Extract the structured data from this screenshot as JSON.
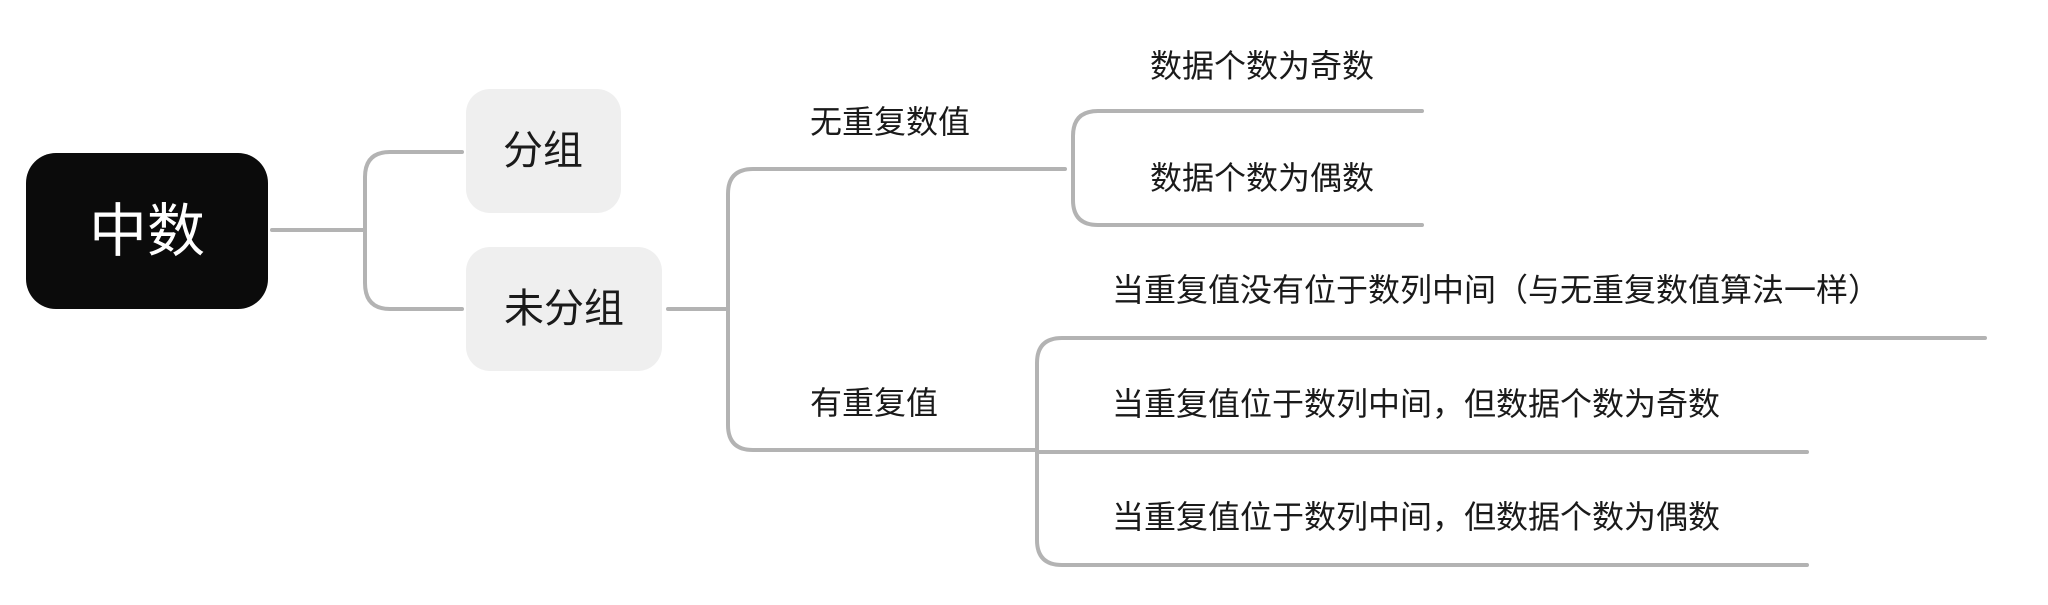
{
  "root": {
    "label": "中数"
  },
  "branches": [
    {
      "label": "分组"
    },
    {
      "label": "未分组",
      "children": [
        {
          "label": "无重复数值",
          "children": [
            {
              "label": "数据个数为奇数"
            },
            {
              "label": "数据个数为偶数"
            }
          ]
        },
        {
          "label": "有重复值",
          "children": [
            {
              "label": "当重复值没有位于数列中间（与无重复数值算法一样）"
            },
            {
              "label": "当重复值位于数列中间，但数据个数为奇数"
            },
            {
              "label": "当重复值位于数列中间，但数据个数为偶数"
            }
          ]
        }
      ]
    }
  ],
  "colors": {
    "root_fill": "#0b0b0b",
    "root_text": "#ffffff",
    "branch_fill": "#efefef",
    "connector": "#b3b3b3",
    "text": "#1a1a1a"
  }
}
